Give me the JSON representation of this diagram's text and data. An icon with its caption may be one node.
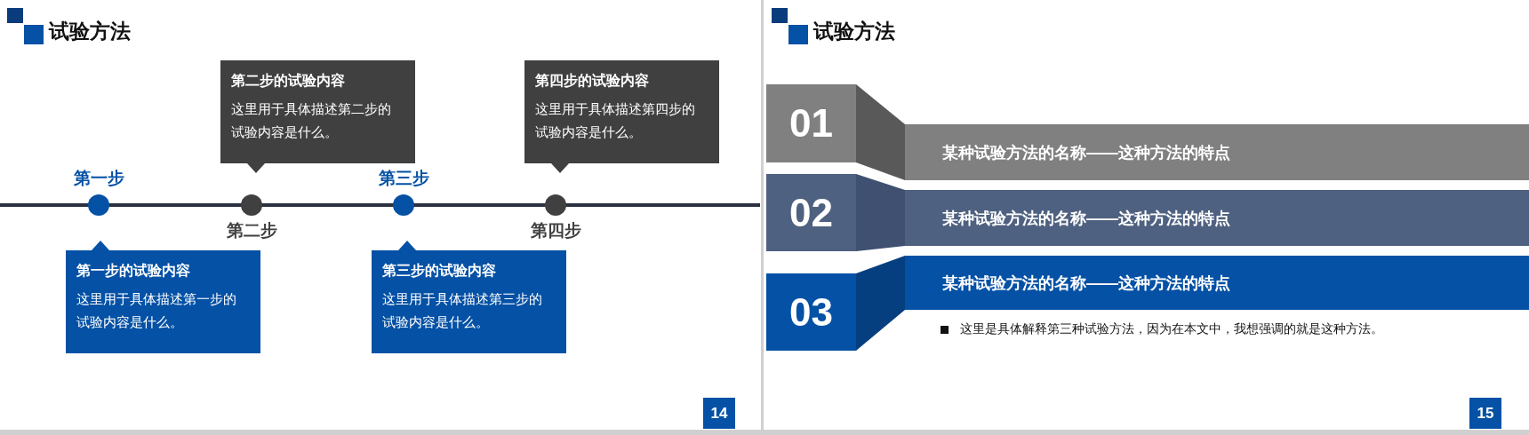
{
  "diagram": {
    "nodes": [
      {
        "text": [
          "第一步的试验内容",
          "这里用于具体描述第一步的试验内容是什么。"
        ]
      },
      {
        "text": [
          "第二步的试验内容",
          "这里用于具体描述第二步的试验内容是什么。"
        ]
      },
      {
        "text": [
          "第三步的试验内容",
          "这里用于具体描述第三步的试验内容是什么。"
        ]
      },
      {
        "text": [
          "第四步的试验内容",
          "这里用于具体描述第四步的试验内容是什么。"
        ]
      },
      {
        "text": [
          "01"
        ]
      },
      {
        "text": [
          "某种试验方法的名称——这种方法的特点"
        ]
      },
      {
        "text": [
          "02"
        ]
      },
      {
        "text": [
          "某种试验方法的名称——这种方法的特点"
        ]
      },
      {
        "text": [
          "03"
        ]
      },
      {
        "text": [
          "某种试验方法的名称——这种方法的特点"
        ]
      }
    ],
    "edges": [],
    "labels": [
      "试验方法",
      "第一步",
      "第三步",
      "第二步",
      "第四步",
      "14",
      "试验方法",
      "这里是具体解释第三种试验方法，因为在本文中，我想强调的就是这种方法。",
      "15"
    ]
  }
}
